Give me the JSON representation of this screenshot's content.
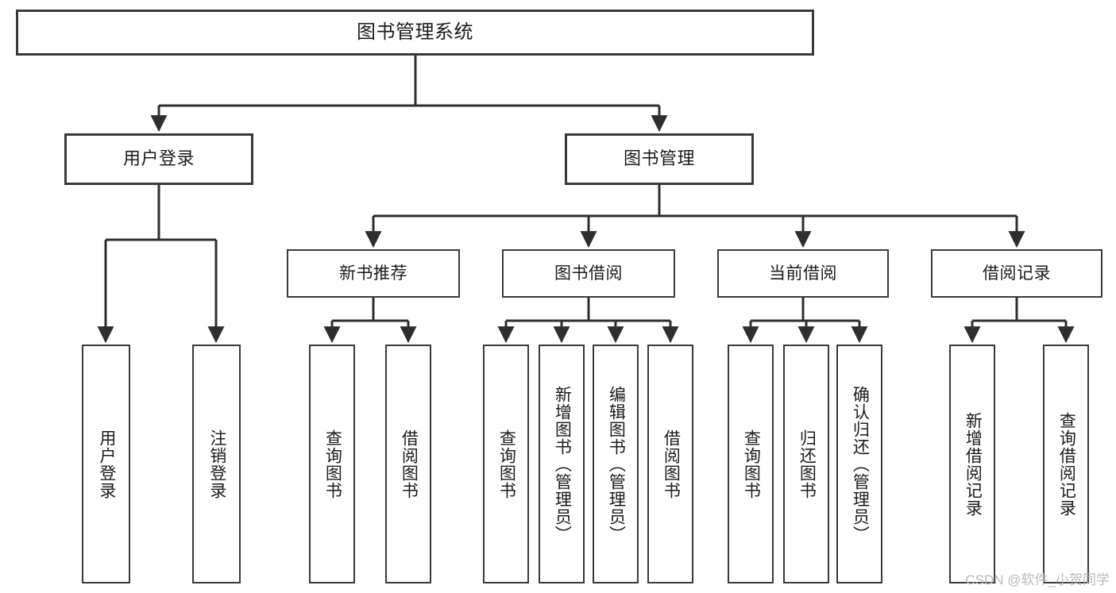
{
  "diagram": {
    "title": "图书管理系统",
    "watermark": "CSDN @软件_小贺同学",
    "stroke_color": "#3a3a3a",
    "background_color": "#ffffff",
    "text_color": "#1b1b1b",
    "nodes": {
      "root": {
        "label": "图书管理系统",
        "level": 1
      },
      "user_login": {
        "label": "用户登录",
        "level": 2
      },
      "book_manage": {
        "label": "图书管理",
        "level": 2
      },
      "new_book_rec": {
        "label": "新书推荐",
        "level": 3
      },
      "book_borrow": {
        "label": "图书借阅",
        "level": 3
      },
      "current_borrow": {
        "label": "当前借阅",
        "level": 3
      },
      "borrow_record": {
        "label": "借阅记录",
        "level": 3
      },
      "leaf_user_login": {
        "label": "用户登录",
        "level": 4
      },
      "leaf_logout": {
        "label": "注销登录",
        "level": 4
      },
      "leaf_query_book_1": {
        "label": "查询图书",
        "level": 4
      },
      "leaf_borrow_book_1": {
        "label": "借阅图书",
        "level": 4
      },
      "leaf_query_book_2": {
        "label": "查询图书",
        "level": 4
      },
      "leaf_add_book": {
        "label": "新增图书（管理员）",
        "level": 4
      },
      "leaf_edit_book": {
        "label": "编辑图书（管理员）",
        "level": 4
      },
      "leaf_borrow_book_2": {
        "label": "借阅图书",
        "level": 4
      },
      "leaf_query_book_3": {
        "label": "查询图书",
        "level": 4
      },
      "leaf_return_book": {
        "label": "归还图书",
        "level": 4
      },
      "leaf_confirm_return": {
        "label": "确认归还（管理员）",
        "level": 4
      },
      "leaf_add_record": {
        "label": "新增借阅记录",
        "level": 4
      },
      "leaf_query_record": {
        "label": "查询借阅记录",
        "level": 4
      }
    },
    "edges": [
      {
        "from": "root",
        "to": "user_login"
      },
      {
        "from": "root",
        "to": "book_manage"
      },
      {
        "from": "user_login",
        "to": "leaf_user_login"
      },
      {
        "from": "user_login",
        "to": "leaf_logout"
      },
      {
        "from": "book_manage",
        "to": "new_book_rec"
      },
      {
        "from": "book_manage",
        "to": "book_borrow"
      },
      {
        "from": "book_manage",
        "to": "current_borrow"
      },
      {
        "from": "book_manage",
        "to": "borrow_record"
      },
      {
        "from": "new_book_rec",
        "to": "leaf_query_book_1"
      },
      {
        "from": "new_book_rec",
        "to": "leaf_borrow_book_1"
      },
      {
        "from": "book_borrow",
        "to": "leaf_query_book_2"
      },
      {
        "from": "book_borrow",
        "to": "leaf_add_book"
      },
      {
        "from": "book_borrow",
        "to": "leaf_edit_book"
      },
      {
        "from": "book_borrow",
        "to": "leaf_borrow_book_2"
      },
      {
        "from": "current_borrow",
        "to": "leaf_query_book_3"
      },
      {
        "from": "current_borrow",
        "to": "leaf_return_book"
      },
      {
        "from": "current_borrow",
        "to": "leaf_confirm_return"
      },
      {
        "from": "borrow_record",
        "to": "leaf_add_record"
      },
      {
        "from": "borrow_record",
        "to": "leaf_query_record"
      }
    ]
  }
}
